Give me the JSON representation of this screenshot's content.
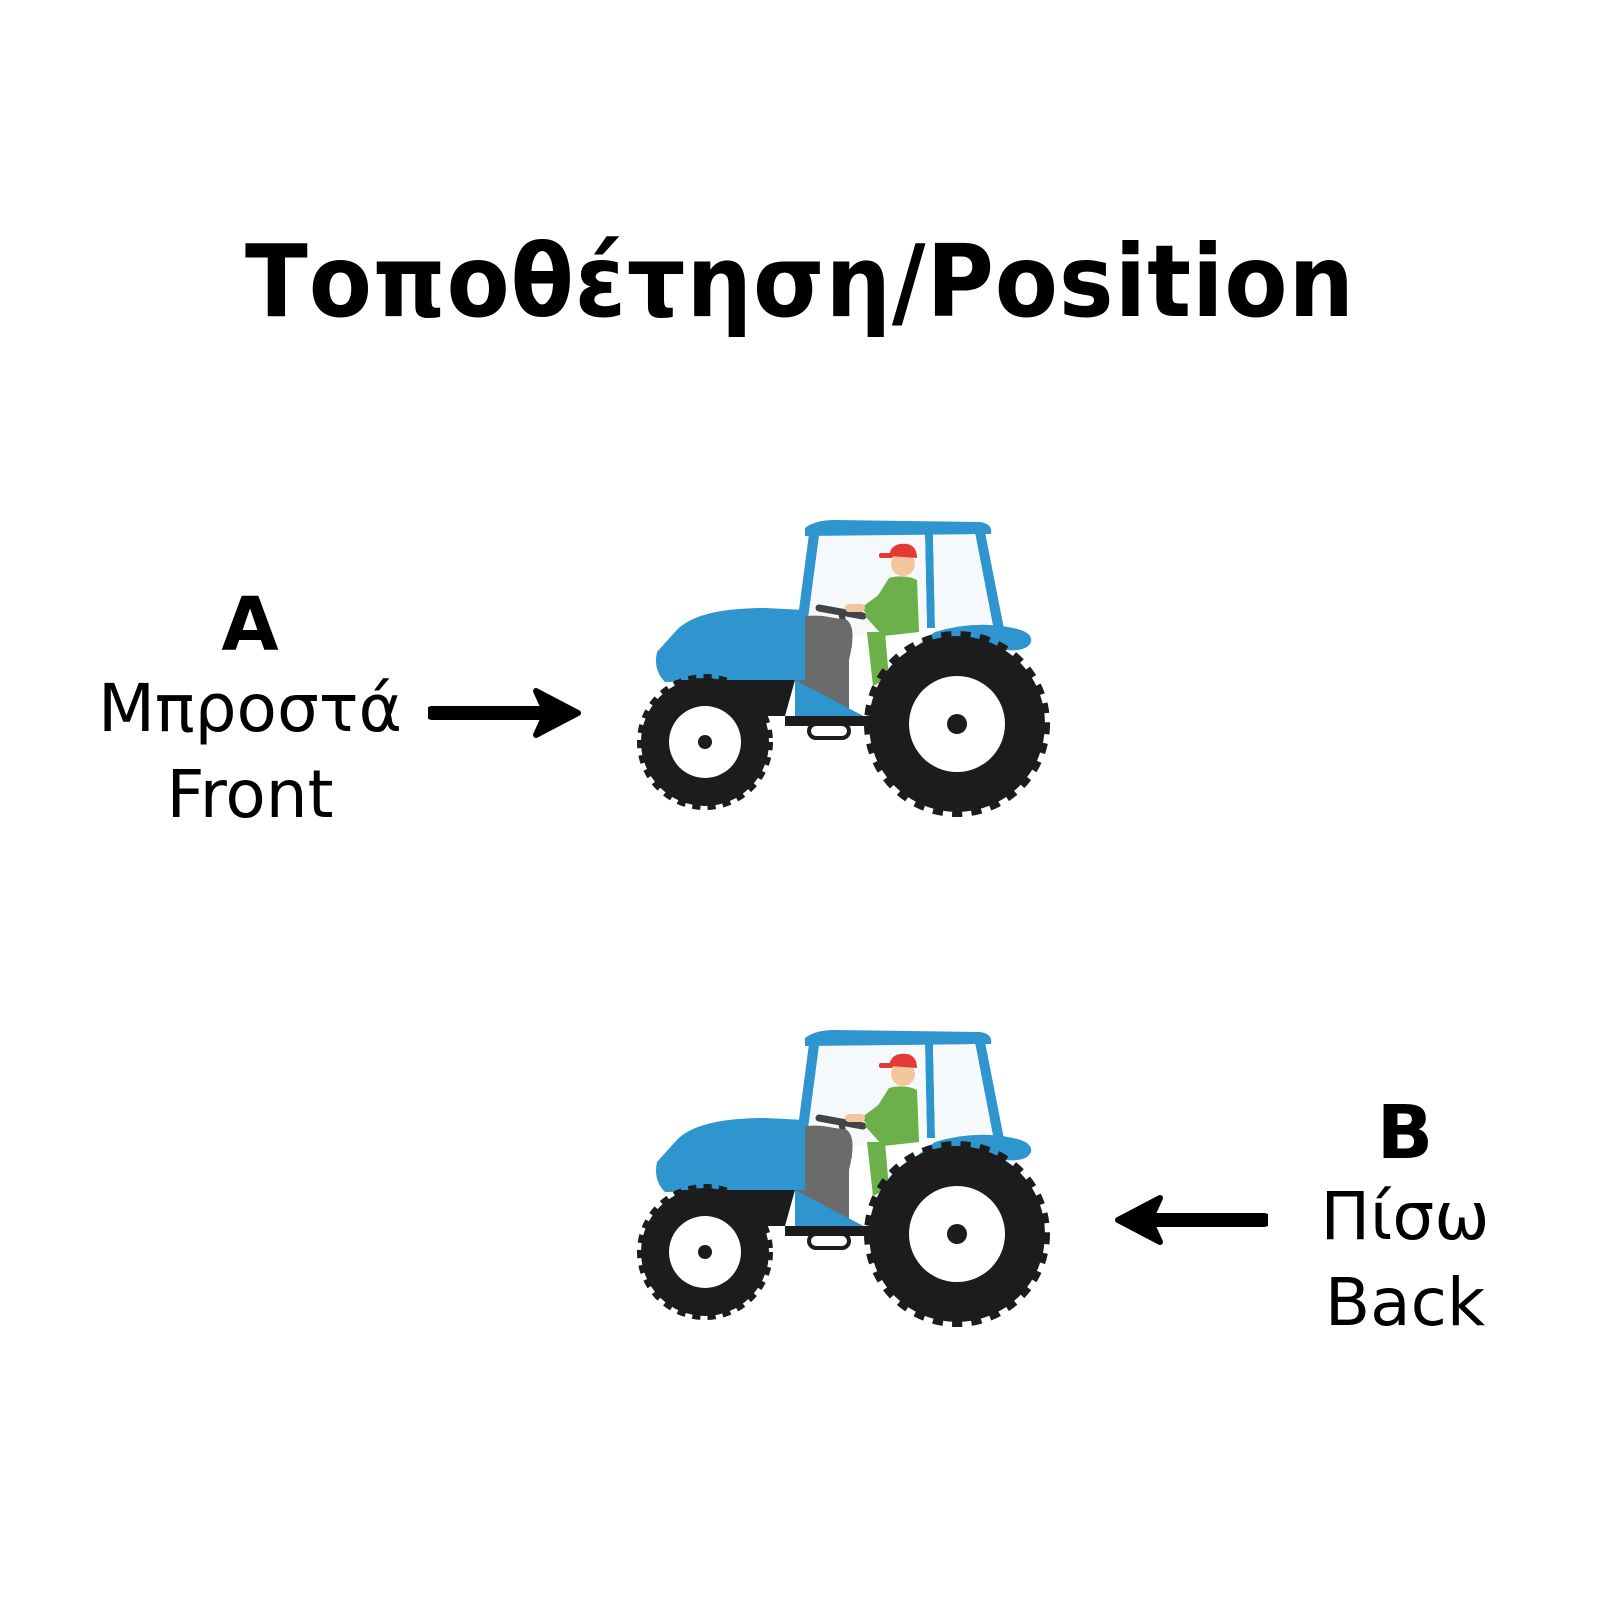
{
  "title": "Τοποθέτηση/Position",
  "position_a": {
    "letter": "A",
    "greek": "Μπροστά",
    "english": "Front",
    "arrow_direction": "right",
    "icon": "arrow-right-icon"
  },
  "position_b": {
    "letter": "B",
    "greek": "Πίσω",
    "english": "Back",
    "arrow_direction": "left",
    "icon": "arrow-left-icon"
  },
  "illustration": {
    "icon": "tractor-icon",
    "count": 2,
    "colors": {
      "body": "#2E95CF",
      "tyre": "#1C1C1C",
      "hub": "#FFFFFF",
      "seat": "#6B6B6B",
      "driver_shirt": "#6CB04A",
      "driver_cap": "#E53935",
      "driver_skin": "#F3C79E"
    }
  }
}
